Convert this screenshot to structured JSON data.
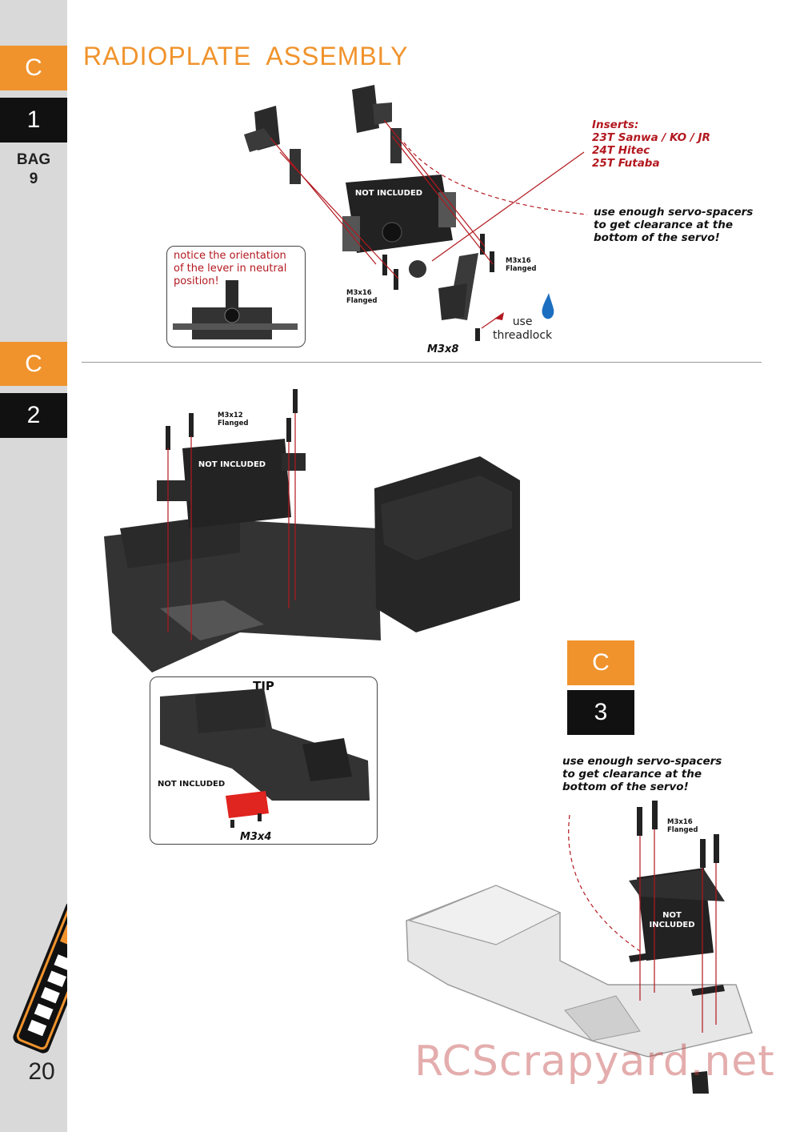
{
  "header": {
    "title": "RADIOPLATE  ASSEMBLY"
  },
  "sidebar": {
    "step1": {
      "section": "C",
      "number": "1"
    },
    "bag_label": "BAG",
    "bag_number": "9",
    "step2": {
      "section": "C",
      "number": "2"
    },
    "page_number": "20"
  },
  "step1": {
    "inserts": [
      "Inserts:",
      "23T  Sanwa / KO / JR",
      "24T  Hitec",
      "25T  Futaba"
    ],
    "spacer_note": [
      "use enough servo-spacers",
      "to get clearance at the",
      "bottom of the servo!"
    ],
    "servo_label": "NOT INCLUDED",
    "screw_right": [
      "M3x16",
      "Flanged"
    ],
    "screw_left": [
      "M3x16",
      "Flanged"
    ],
    "screw_lever": "M3x8",
    "threadlock": [
      "use",
      "threadlock"
    ],
    "notice": [
      "notice the orientation",
      "of the lever in neutral",
      "position!"
    ]
  },
  "step2": {
    "screw": [
      "M3x12",
      "Flanged"
    ],
    "servo_label": "NOT INCLUDED",
    "tip": {
      "title": "TIP",
      "not_included": "NOT INCLUDED",
      "screw": "M3x4"
    }
  },
  "step3": {
    "section": "C",
    "number": "3",
    "spacer_note": [
      "use enough servo-spacers",
      "to get clearance at the",
      "bottom of the servo!"
    ],
    "screw": [
      "M3x16",
      "Flanged"
    ],
    "servo_label": [
      "NOT",
      "INCLUDED"
    ]
  },
  "watermark": "RCScrapyard.net",
  "colors": {
    "orange": "#f0932c",
    "black": "#111111",
    "red": "#b3181f",
    "sidebar": "#d9d9d9"
  }
}
